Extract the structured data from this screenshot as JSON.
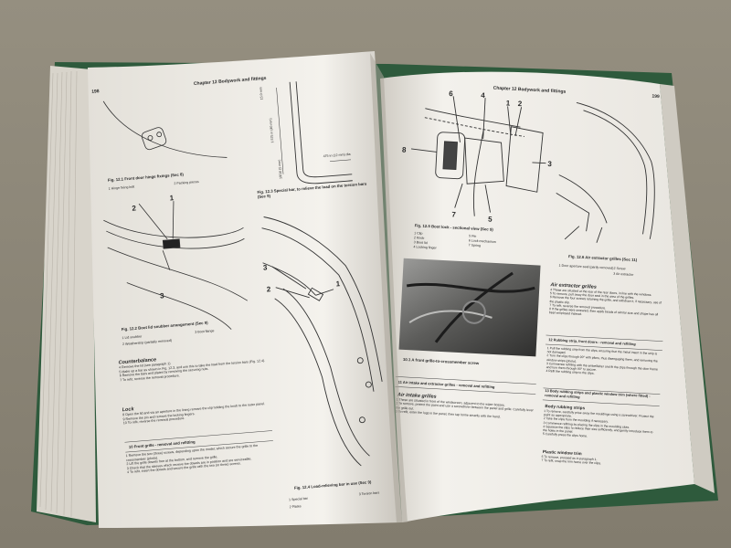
{
  "left_page": {
    "page_number": "198",
    "running_head": "Chapter 12  Bodywork and fittings",
    "fig_12_1": {
      "caption": "Fig. 12.1 Front door hinge fixings (Sec 8)",
      "legend_1": "1  Hinge fixing bolt",
      "legend_2": "2  Packing pieces"
    },
    "fig_12_2": {
      "callout_1": "1",
      "callout_2": "2",
      "callout_3": "3",
      "caption": "Fig. 12.2 Boot lid snubber arrangement (Sec 9)",
      "legend_1": "1  Lid snubber",
      "legend_2": "2  Weatherstrip (partially removed)",
      "legend_3": "3  Boot flange"
    },
    "fig_12_3": {
      "caption": "Fig. 12.3 Special bar, to relieve the load on the torsion bars (Sec 9)",
      "dim_1": "15.0 mm",
      "dim_2": "1.575 in (40 mm)",
      "dim_3": "19/16 (5 mm)",
      "dim_4": "475 in (12 mm) dia"
    },
    "counterbalance": {
      "heading": "Counterbalance",
      "p1": "4  Remove the lid (see paragraph 1)",
      "p2": "5  Make up a bar as shown in Fig. 12.3, and use this to take the load from the torsion bars (Fig. 12.4).",
      "p3": "6  Remove the bars and plates by removing the securing nuts.",
      "p4": "7  To refit, reverse the removal procedure."
    },
    "lock": {
      "heading": "Lock",
      "p1": "8  Open the lid and via an aperture in the lining remove the clip holding the knob to the outer panel.",
      "p2": "9  Remove the pin and remove the locking fingers.",
      "p3": "10  To refit, reverse the removal procedure."
    },
    "section_10": {
      "heading": "10  Front grille - removal and refitting",
      "p1": "1  Remove the two (three) screws, depending upon the model, which secure the grille to the crossmember (photo).",
      "p2": "2  Lift the grille dowels free at the bottom, and remove the grille.",
      "p3": "3  Check that the sleeves which receive the dowels are in position and are serviceable.",
      "p4": "4  To refit, insert the dowels and secure the grille with the two (or three) screws."
    },
    "fig_12_4": {
      "callout_1": "1",
      "callout_2": "2",
      "callout_3": "3",
      "caption": "Fig. 12.4 Load-relieving bar in use (Sec 9)",
      "legend_1": "1  Special bar",
      "legend_2": "2  Plates",
      "legend_3": "3  Torsion bars"
    }
  },
  "right_page": {
    "page_number": "199",
    "running_head": "Chapter 12  Bodywork and fittings",
    "fig_12_5": {
      "callout_1": "1",
      "callout_2": "2",
      "callout_3": "3",
      "callout_4": "4",
      "callout_5": "5",
      "callout_6": "6",
      "callout_7": "7",
      "callout_8": "8",
      "caption": "Fig. 12.5 Boot lock - sectional view (Sec 9)",
      "legend_1": "1  Clip",
      "legend_2": "2  Knob",
      "legend_3": "3  Boot lid",
      "legend_4": "4  Locking finger",
      "legend_5": "5  Pin",
      "legend_6": "6  Lock mechanism",
      "legend_7": "7  Spring"
    },
    "photo_10_1": {
      "caption": "10.1 A front grille-to-crossmember screw"
    },
    "fig_12_6": {
      "caption": "Fig. 12.6 Air extractor grilles (Sec 11)",
      "legend_1": "1  Door aperture seal (partly removed)",
      "legend_2": "2  Screw",
      "legend_3": "3  Air extractor"
    },
    "air_extractor": {
      "heading": "Air extractor grilles",
      "p1": "4  These are situated at the rear of the rear doors, in line with the windows.",
      "p2": "5  To remove, pull away the door seal in the area of the grilles.",
      "p3": "6  Remove the four screws retaining the grille, and withdraw it, if necessary, use of the plastic clip.",
      "p4": "7  To refit, reverse the removal procedure.",
      "p5": "8  If the grilles were smeared, then apply beads of similar size and shape has all been employed instead."
    },
    "section_12": {
      "heading": "12  Rubbing strip, front doors - removal and refitting",
      "p1": "1  Pull the rubbing strip from the clips, ensuring that the metal insert in the strip is not damaged.",
      "p2": "2  Turn the clips through 90° with pliers, thus disengaging them, and removing the window strips (photo).",
      "p3": "3  Commence refitting with the embellisher and fit the clips through the door frame and turn them through 90° to secure.",
      "p4": "4  Refit the rubbing strip to the clips."
    },
    "section_13": {
      "heading": "13  Body rubbing strips and plastic window trim (where fitted) - removal and refitting",
      "sub1": "Body rubbing strips",
      "p1": "1  To remove, carefully prise away the mouldings using a screwdriver. Protect the paint as appropriate.",
      "p2": "2  Take the clips from the moulding if necessary.",
      "p3": "3  Commence refitting by placing the clips in the moulding slots.",
      "p4": "4  Squeeze the clips to reduce their size sufficiently, and gently introduce them to the holes in the panel.",
      "p5": "5  Carefully press the clips home.",
      "sub2": "Plastic window trim",
      "p6": "6  To remove, proceed as in paragraph 1.",
      "p7": "7  To refit, snap the trim home over the clips."
    },
    "section_11": {
      "heading": "11  Air intake and extractor grilles - removal and refitting",
      "sub1": "Air intake grilles",
      "p1": "1  These are situated in front of the windscreen, adjacent to the wiper bosses.",
      "p2": "2  To remove, protect the paint and use a screwdriver between the panel and grille. Carefully lever the grille out.",
      "p3": "3  To refit, enter the lugs in the panel, then tap home smartly with the hand."
    }
  },
  "colors": {
    "background": "#8d8778",
    "cover": "#2e5a3c",
    "paper": "#f1efe9",
    "ink": "#2a2a2a"
  }
}
